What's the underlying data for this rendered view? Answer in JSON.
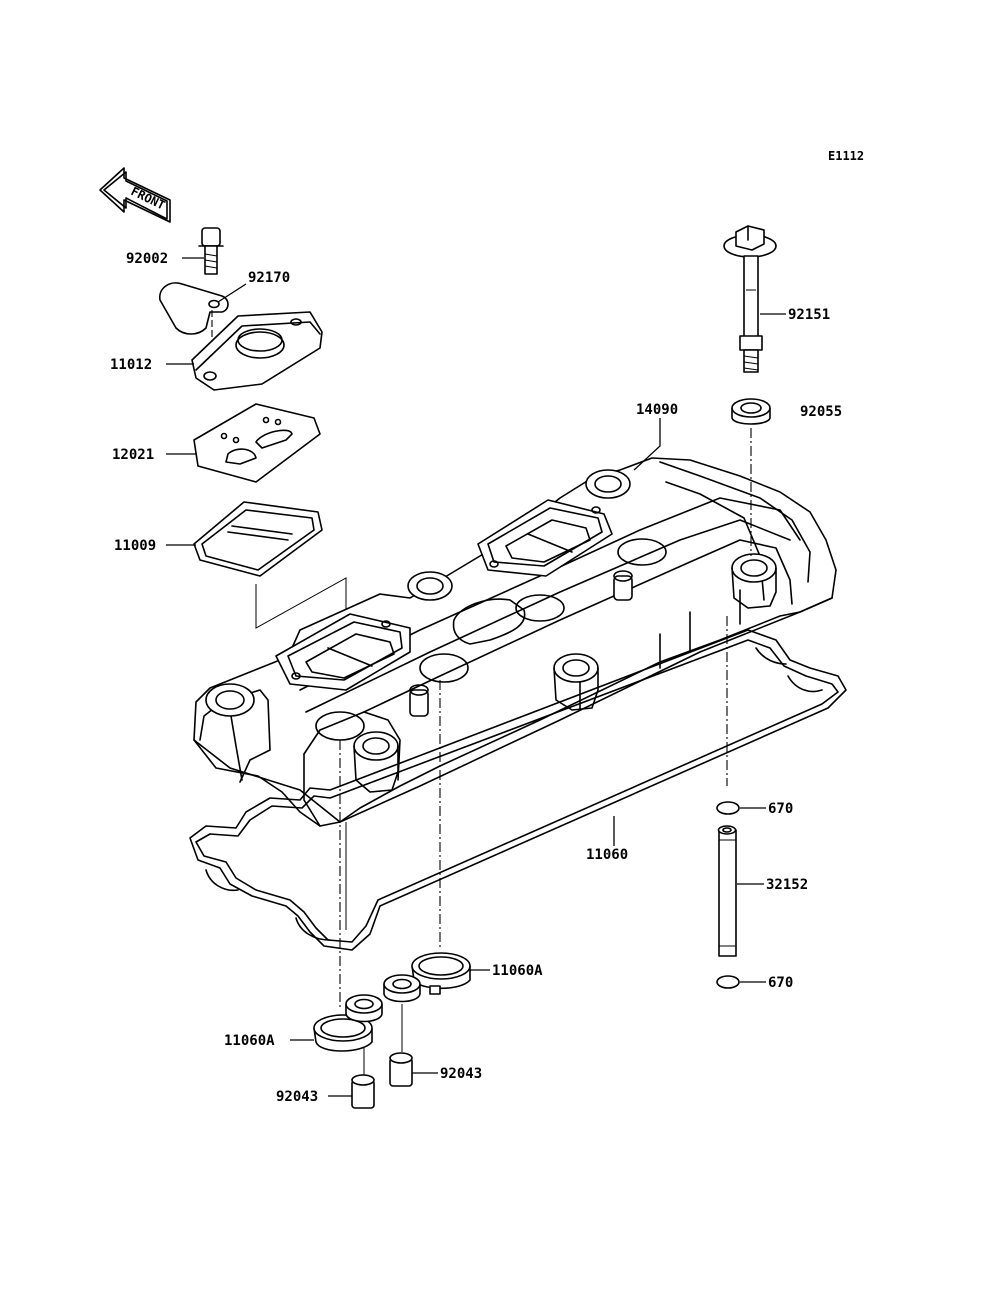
{
  "diagram_code": "E1112",
  "front_label": "FRONT",
  "parts": {
    "p92002": "92002",
    "p92170": "92170",
    "p11012": "11012",
    "p12021": "12021",
    "p11009": "11009",
    "p14090": "14090",
    "p92151": "92151",
    "p92055": "92055",
    "p670_top": "670",
    "p32152": "32152",
    "p670_bottom": "670",
    "p11060": "11060",
    "p11060A_right": "11060A",
    "p11060A_left": "11060A",
    "p92043_right": "92043",
    "p92043_left": "92043"
  },
  "colors": {
    "ink": "#000000",
    "paper": "#ffffff"
  }
}
